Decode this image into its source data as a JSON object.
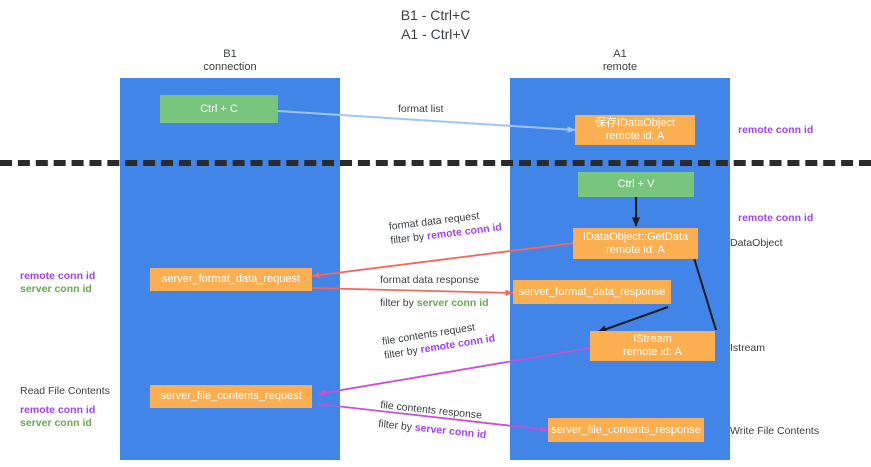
{
  "title": "B1 - Ctrl+C\nA1 - Ctrl+V",
  "lanes": [
    {
      "header": "B1\nconnection"
    },
    {
      "header": "A1\nremote"
    }
  ],
  "boxes": {
    "ctrl_c": "Ctrl + C",
    "store_dataobject": "保存IDataObject\nremote id: A",
    "ctrl_v": "Ctrl + V",
    "getdata": "IDataObject::GetData\nremote id: A",
    "server_format_data_request": "server_format_data_request",
    "server_format_data_response": "server_format_data_response",
    "istream": "IStream\nremote id: A",
    "server_file_contents_request": "server_file_contents_request",
    "server_file_contents_response": "server_file_contents_response"
  },
  "edge_labels": {
    "format_list": "format list",
    "format_data_request": "format data request",
    "format_data_request_filter_prefix": "filter by ",
    "format_data_request_filter_key": "remote conn id",
    "format_data_response": "format data response",
    "format_data_response_filter_prefix": "filter by ",
    "format_data_response_filter_key": "server conn id",
    "file_contents_request": "file contents request",
    "file_contents_request_filter_prefix": "filter by ",
    "file_contents_request_filter_key": "remote conn id",
    "file_contents_response": "file contents response",
    "file_contents_response_filter_prefix": "filter by ",
    "file_contents_response_filter_key": "server conn id"
  },
  "annotations": {
    "right_remote_conn_id_top": "remote conn id",
    "right_remote_conn_id_mid": "remote conn id",
    "right_dataobject": "DataObject",
    "right_istream": "Istream",
    "right_write_file_contents": "Write File Contents",
    "left_remote_conn_id": "remote conn id",
    "left_server_conn_id": "server conn id",
    "left_read_file_contents": "Read File Contents",
    "left_remote_conn_id_2": "remote conn id",
    "left_server_conn_id_2": "server conn id"
  },
  "colors": {
    "lane": "#4285e8",
    "green_box": "#78c57e",
    "orange_box": "#fbaf50",
    "purple": "#a142f4",
    "green_text": "#6aa84f",
    "arrow_blue": "#9fc5f8",
    "arrow_red": "#f4685c",
    "arrow_magenta": "#c94fd4",
    "arrow_black": "#1a1a1a",
    "dashed_line": "#2b2b2b"
  }
}
